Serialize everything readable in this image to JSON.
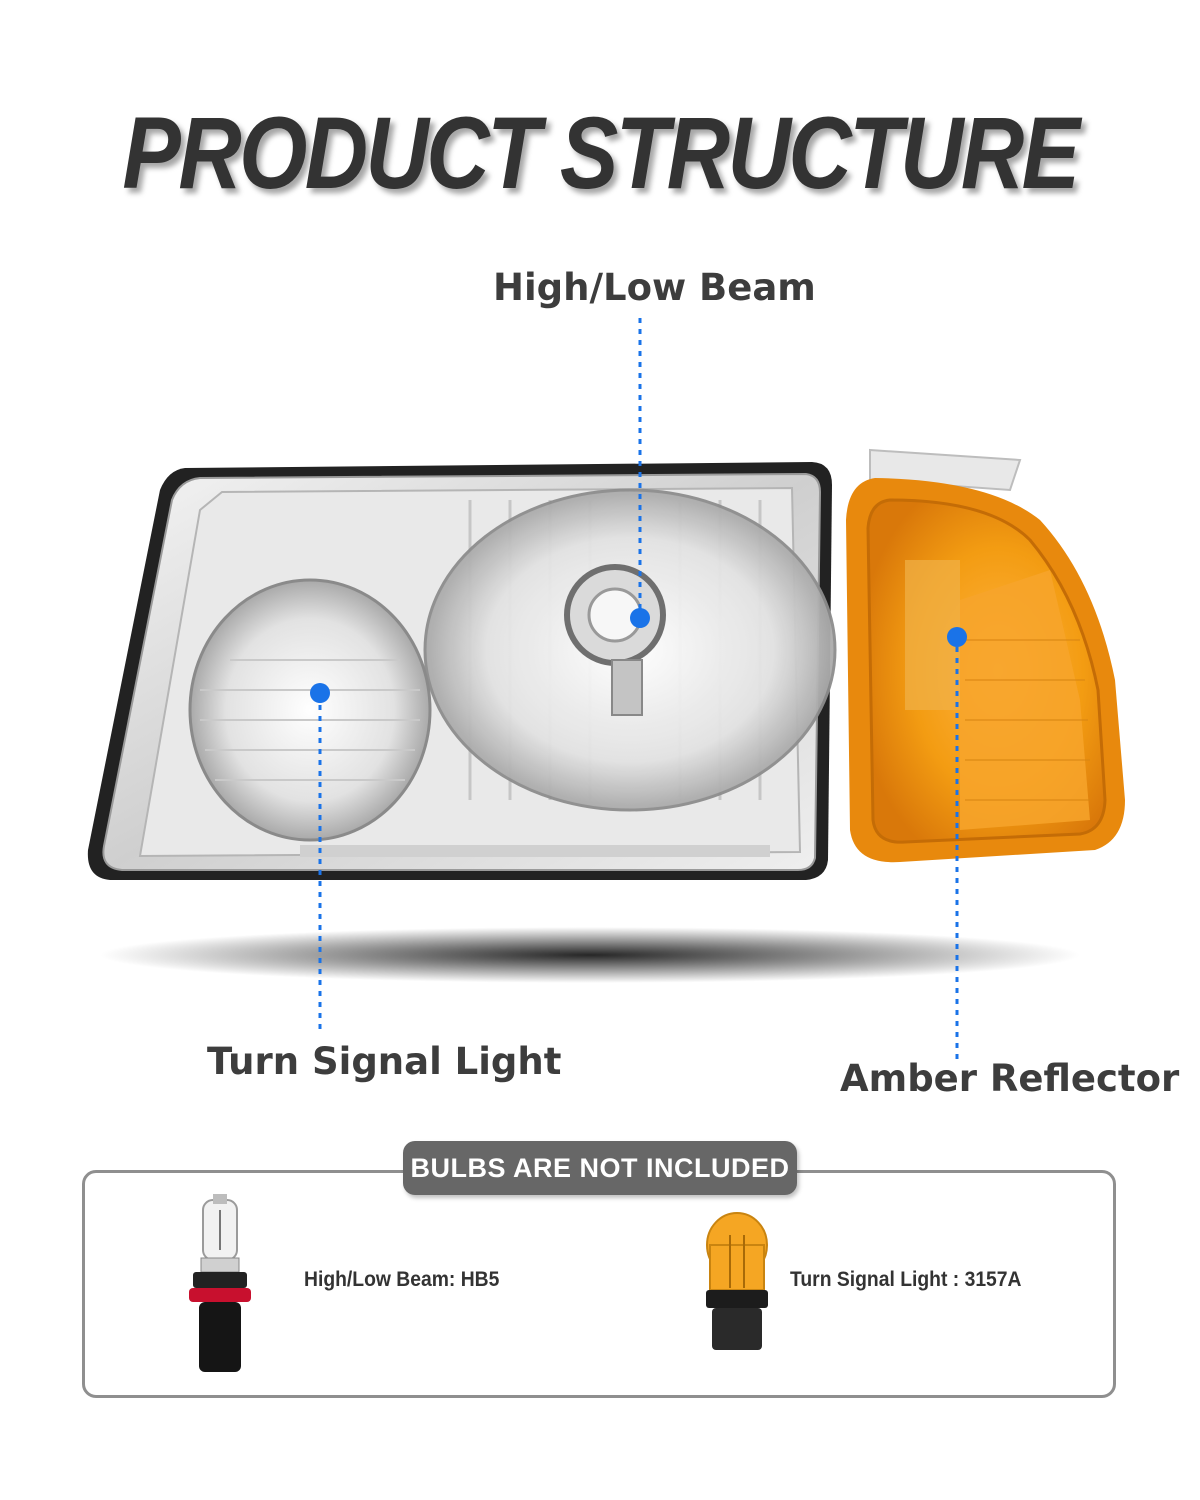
{
  "header": {
    "title": "PRODUCT STRUCTURE"
  },
  "callouts": {
    "high_low_beam": "High/Low Beam",
    "turn_signal": "Turn Signal Light",
    "amber_reflector": "Amber Reflector"
  },
  "bulbs": {
    "notice": "BULBS ARE NOT INCLUDED",
    "items": [
      {
        "label": "High/Low Beam: HB5",
        "icon": "hb5-bulb-icon"
      },
      {
        "label": "Turn Signal Light : 3157A",
        "icon": "3157a-bulb-icon"
      }
    ]
  },
  "colors": {
    "callout_dot": "#1a73e8",
    "amber": "#f39c12",
    "title": "#333333",
    "tag_bg": "#676767"
  }
}
